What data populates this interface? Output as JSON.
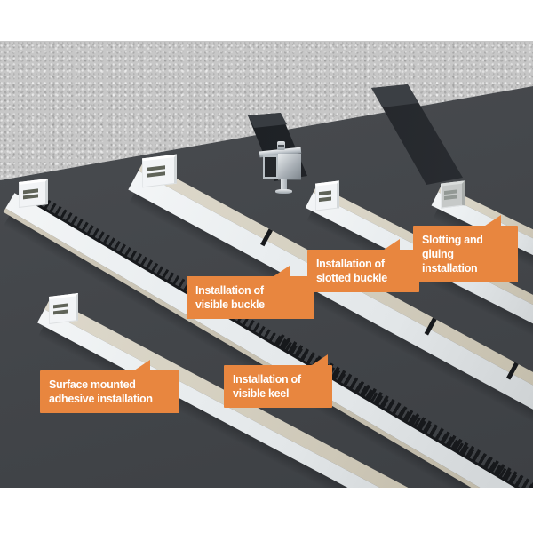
{
  "illustration": {
    "description_names": {
      "slab": "concrete-ceiling-slab",
      "plane": "dark-ceiling-plane",
      "hardware": "spring-buckle-clip",
      "blocks": "recessed-groove-blocks"
    },
    "colors": {
      "callout_orange": "#e8863f",
      "callout_text": "#ffffff",
      "slab_gray": "#c7c7c7",
      "plane_charcoal": "#44474b",
      "strip_white": "#eaeef0",
      "strip_cream": "#d7d2c3",
      "keel_teeth_black": "#17191c"
    }
  },
  "labels": [
    {
      "id": "surface-mounted",
      "lines": [
        "Surface mounted",
        "adhesive installation"
      ]
    },
    {
      "id": "visible-keel",
      "lines": [
        "Installation of",
        "visible keel"
      ]
    },
    {
      "id": "visible-buckle",
      "lines": [
        "Installation of",
        "visible buckle"
      ]
    },
    {
      "id": "slotted-buckle",
      "lines": [
        "Installation of",
        "slotted buckle"
      ]
    },
    {
      "id": "slotting-gluing",
      "lines": [
        "Slotting and",
        "gluing",
        "installation"
      ]
    }
  ]
}
